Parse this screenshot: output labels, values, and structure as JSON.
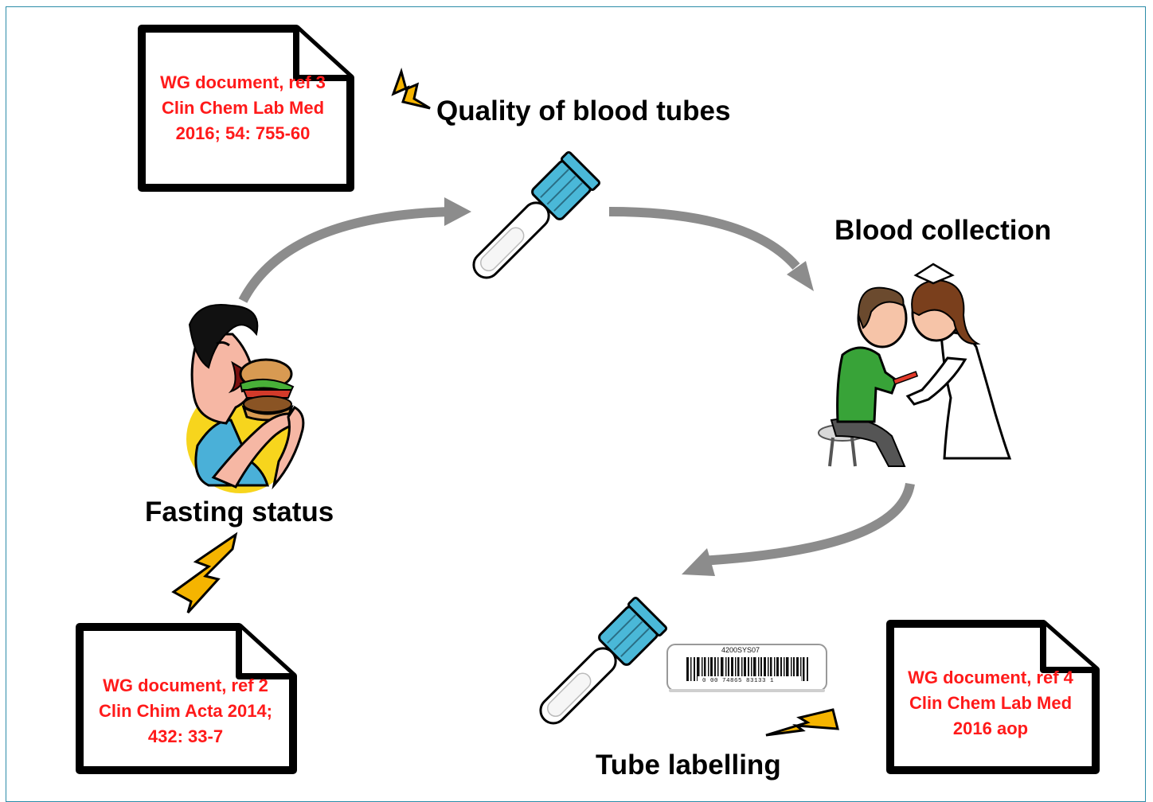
{
  "labels": {
    "quality": "Quality of blood tubes",
    "collection": "Blood collection",
    "fasting": "Fasting status",
    "labelling": "Tube labelling"
  },
  "documents": {
    "ref3": [
      "WG document, ref 3",
      "Clin Chem Lab Med",
      "2016; 54: 755-60"
    ],
    "ref2": [
      "WG document, ref 2",
      "Clin Chim Acta 2014;",
      "432: 33-7"
    ],
    "ref4": [
      "WG document, ref 4",
      "Clin Chem Lab Med",
      "2016 aop"
    ]
  },
  "barcode": {
    "id": "4200SYS07",
    "number": "0 00 74865 83133 1"
  },
  "colors": {
    "frame": "#2b8ca8",
    "doc_text": "#ff1a1a",
    "arrow": "#8c8c8c",
    "lightning": "#f5b400",
    "tube_cap": "#4ab8d8"
  },
  "icons": [
    "document-icon",
    "lightning-icon",
    "blood-tube-icon",
    "eating-man-icon",
    "nurse-patient-icon",
    "barcode-icon",
    "arrow-icon"
  ]
}
